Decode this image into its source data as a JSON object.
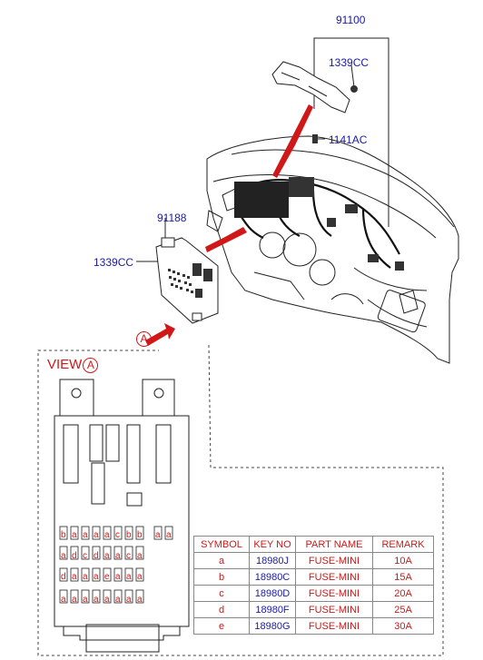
{
  "part_labels": {
    "p91100": "91100",
    "p1339cc_top": "1339CC",
    "p1141ac": "1141AC",
    "p91188": "91188",
    "p1339cc_left": "1339CC"
  },
  "view": {
    "title": "VIEW",
    "marker": "A"
  },
  "arrow_marker": "A",
  "table": {
    "headers": [
      "SYMBOL",
      "KEY NO",
      "PART NAME",
      "REMARK"
    ],
    "rows": [
      {
        "symbol": "a",
        "key": "18980J",
        "name": "FUSE-MINI",
        "remark": "10A"
      },
      {
        "symbol": "b",
        "key": "18980C",
        "name": "FUSE-MINI",
        "remark": "15A"
      },
      {
        "symbol": "c",
        "key": "18980D",
        "name": "FUSE-MINI",
        "remark": "20A"
      },
      {
        "symbol": "d",
        "key": "18980F",
        "name": "FUSE-MINI",
        "remark": "25A"
      },
      {
        "symbol": "e",
        "key": "18980G",
        "name": "FUSE-MINI",
        "remark": "30A"
      }
    ]
  },
  "fuse_letters": {
    "row1": [
      "b",
      "a",
      "a",
      "a",
      "a",
      "c",
      "b",
      "b",
      "a",
      "a"
    ],
    "row2": [
      "a",
      "d",
      "c",
      "d",
      "a",
      "a",
      "c",
      "a"
    ],
    "row3": [
      "d",
      "a",
      "a",
      "a",
      "e",
      "a",
      "a",
      "a"
    ],
    "row4": [
      "a",
      "a",
      "a",
      "a",
      "a",
      "a",
      "a",
      "a"
    ]
  },
  "colors": {
    "label_blue": "#1a1aa8",
    "accent_red": "#d01818"
  }
}
